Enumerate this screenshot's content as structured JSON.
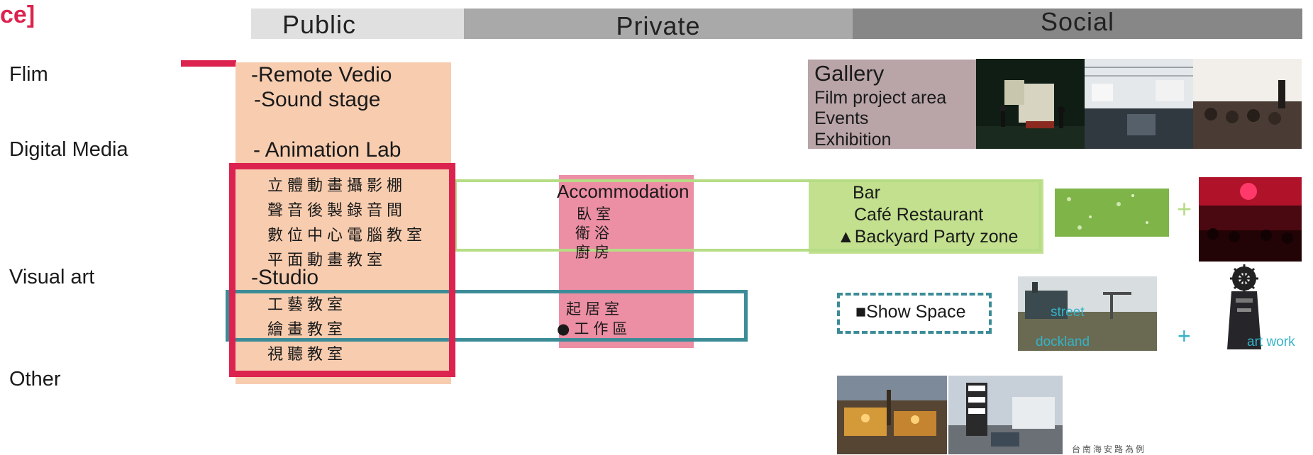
{
  "corner_label": "ce]",
  "zones": {
    "public": "Public",
    "private": "Private",
    "social": "Social"
  },
  "rows": {
    "film": "Flim",
    "digital_media": "Digital Media",
    "visual_art": "Visual art",
    "other": "Other"
  },
  "public": {
    "remote_video": "-Remote Vedio",
    "sound_stage": "-Sound stage",
    "animation_lab": "- Animation Lab",
    "studio": "-Studio",
    "rooms": [
      "立體動畫攝影棚",
      "聲音後製錄音間",
      "數位中心電腦教室",
      "平面動畫教室"
    ],
    "studio_rooms": [
      "工藝教室",
      "繪畫教室",
      "視聽教室"
    ]
  },
  "private": {
    "accommodation": "Accommodation",
    "rooms": [
      "臥室",
      "衛浴",
      "廚房"
    ],
    "living": "起居室",
    "work": "●工作區"
  },
  "social": {
    "gallery": "Gallery",
    "gallery_items": [
      "Film project area",
      "Events",
      "Exhibition"
    ],
    "bar": "Bar",
    "cafe": "Café Restaurant",
    "backyard": "▲Backyard Party zone",
    "show_space": "■Show Space",
    "street": "street",
    "dockland": "dockland",
    "plus": "+",
    "artwork": "art work",
    "caption": "台南海安路為例"
  },
  "colors": {
    "public_bar": "#e0e0e0",
    "private_bar": "#a9a9a9",
    "social_bar": "#878787",
    "public_fill": "#f7ccaf",
    "private_fill": "#ec8ea4",
    "gallery_fill": "#b9a4a8",
    "social_green": "#c2e08e",
    "crimson": "#dc2350",
    "teal": "#3c8c98"
  }
}
